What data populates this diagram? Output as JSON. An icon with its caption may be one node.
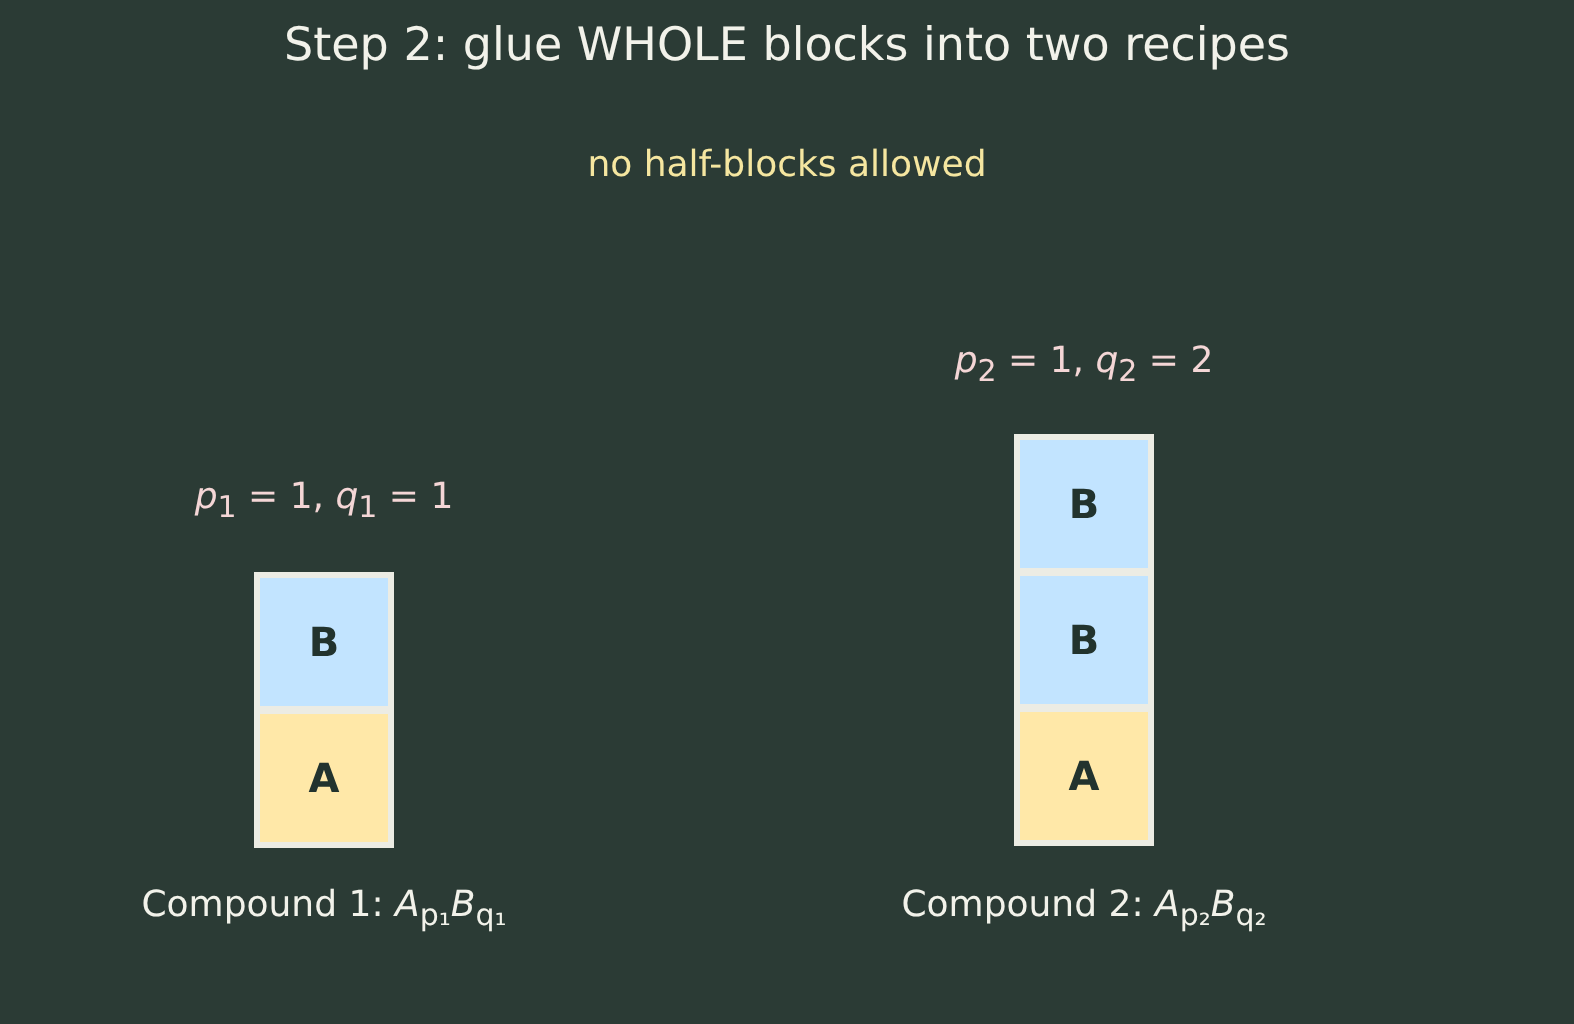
{
  "diagram": {
    "title": "Step 2: glue WHOLE blocks into two recipes",
    "nodes": [
      {
        "text": [],
        "shape": "box",
        "beside": [
          "*p*$_{1}$ = 1,  *q*$_{1}$ = 1",
          "Compound 1: *A*$_{p₁}$*B*$_{q₁}$"
        ]
      },
      {
        "text": [
          "B"
        ],
        "in": 0
      },
      {
        "text": [
          "A"
        ],
        "in": 0
      },
      {
        "text": [],
        "shape": "box",
        "beside": [
          "*p*$_{2}$ = 1,  *q*$_{2}$ = 2",
          "Compound 2: *A*$_{p₂}$*B*$_{q₂}$"
        ]
      },
      {
        "text": [
          "B"
        ],
        "in": 3
      },
      {
        "text": [
          "B"
        ],
        "in": 3
      },
      {
        "text": [
          "A"
        ],
        "in": 3
      }
    ],
    "labels": [
      "no half-blocks allowed"
    ]
  }
}
